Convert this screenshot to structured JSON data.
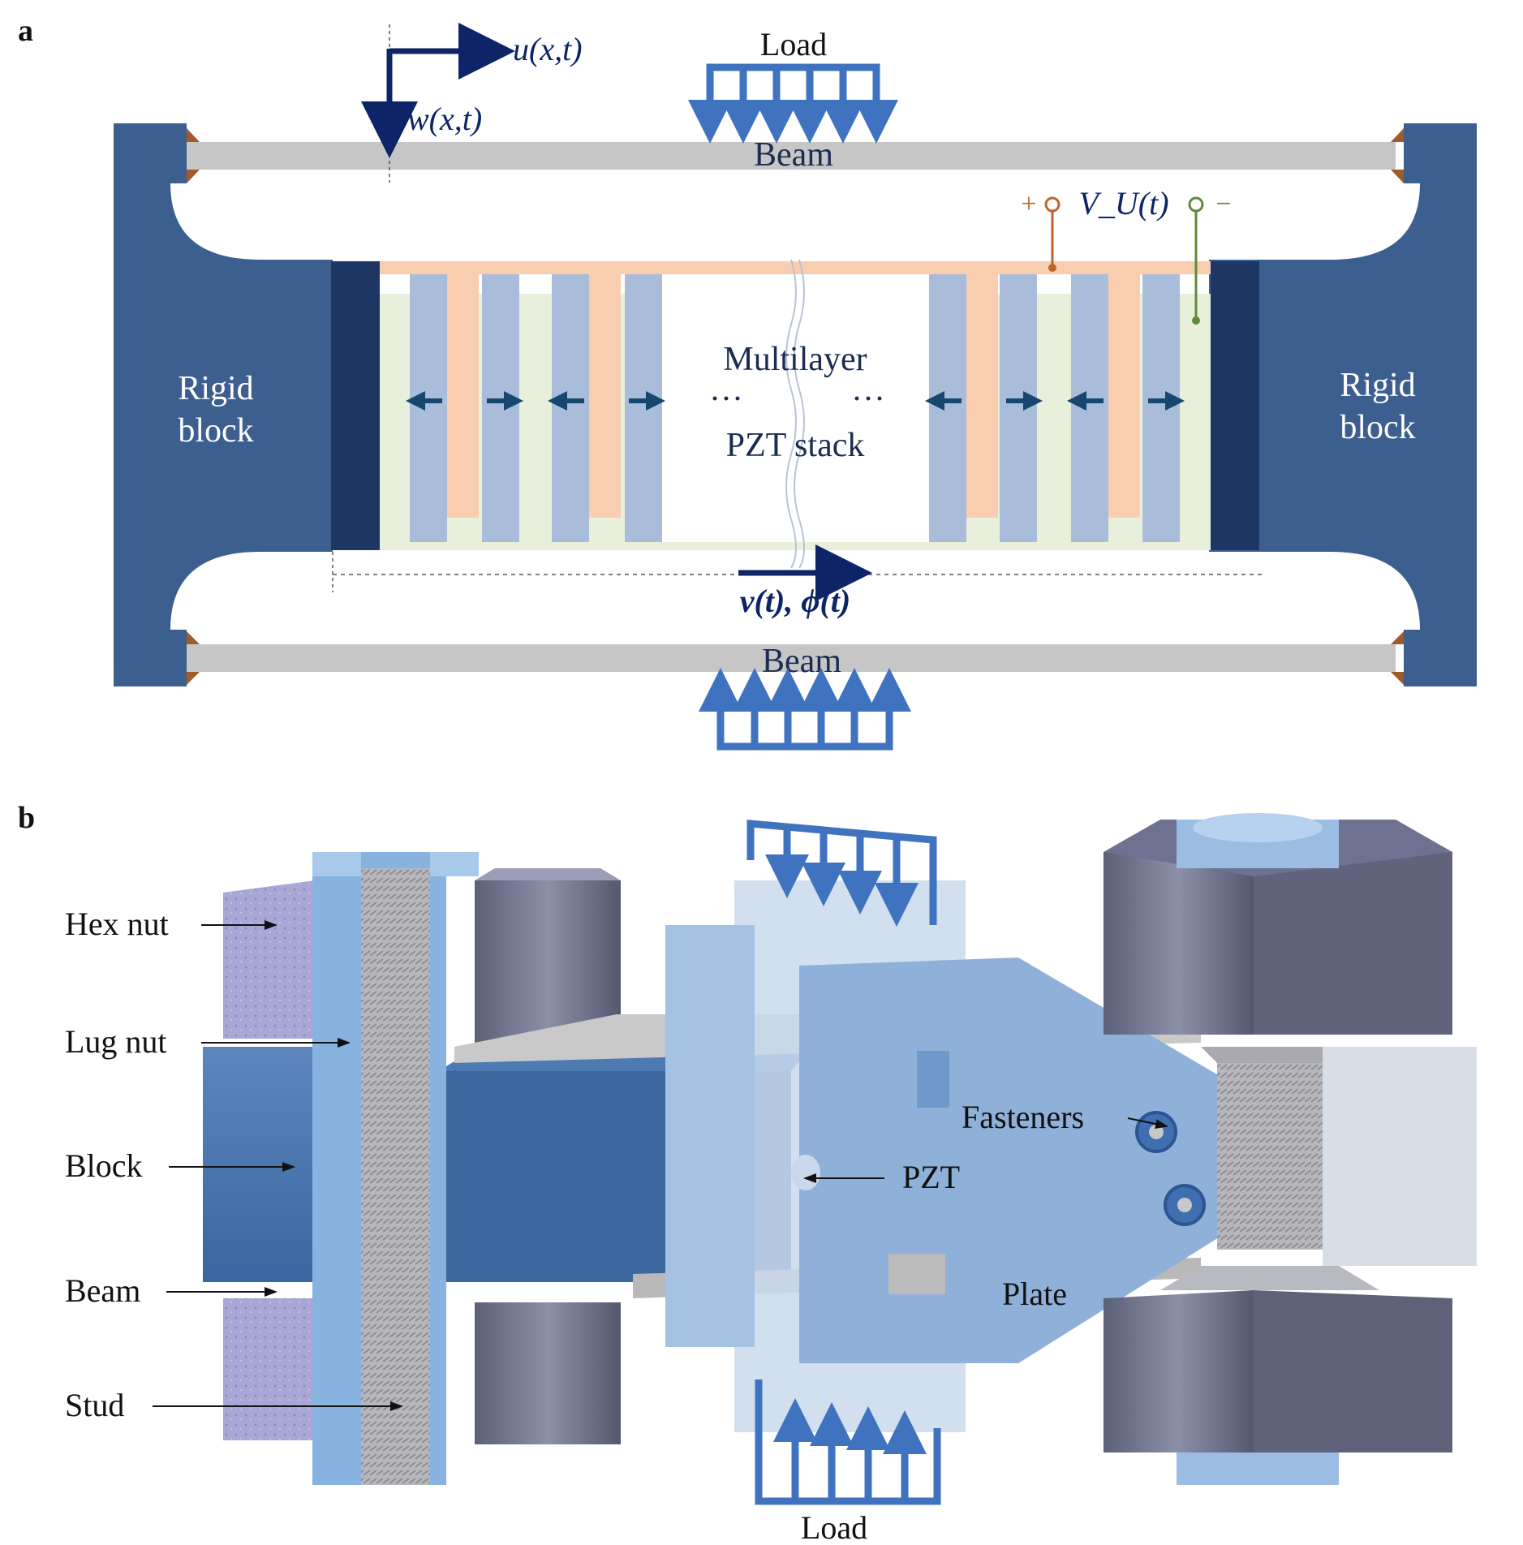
{
  "panel_a": {
    "label": "a",
    "load_label": "Load",
    "beam_top_label": "Beam",
    "beam_bottom_label": "Beam",
    "u_label": "u(x,t)",
    "w_label": "w(x,t)",
    "voltage_label": "V_U(t)",
    "plus_sign": "+",
    "minus_sign": "−",
    "rigid_block_left": [
      "Rigid",
      "block"
    ],
    "rigid_block_right": [
      "Rigid",
      "block"
    ],
    "stack_label": [
      "Multilayer",
      "PZT stack"
    ],
    "dots": "···",
    "v_phi_label": "v(t), ϕ(t)"
  },
  "panel_b": {
    "label": "b",
    "callouts": {
      "hex_nut": "Hex nut",
      "lug_nut": "Lug nut",
      "block": "Block",
      "beam": "Beam",
      "stud": "Stud",
      "fasteners": "Fasteners",
      "pzt": "PZT",
      "plate": "Plate"
    },
    "load_label": "Load"
  },
  "colors": {
    "rigid_block": "#3d5f8f",
    "dark_block": "#1e3663",
    "beam": "#c6c6c6",
    "pzt_layer": "#a9bcd9",
    "electrode_orange": "#f9cdb0",
    "electrode_green": "#e8f0dc",
    "load_arrow": "#3f73c0",
    "arrow_dark": "#0d2566",
    "plus_wire": "#c0632a",
    "minus_wire": "#5e8a3a",
    "nut": "#7f8299",
    "plate": "#8fb1d9"
  }
}
